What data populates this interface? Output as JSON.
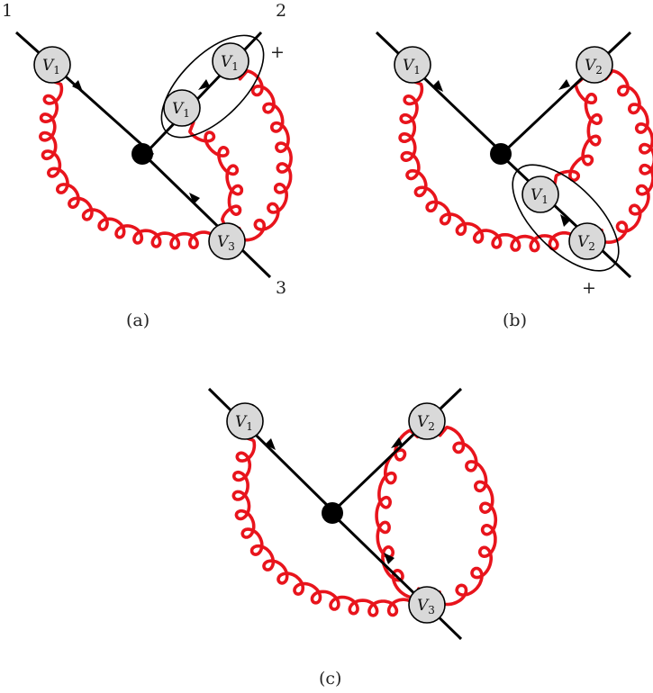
{
  "panels": [
    {
      "id": "a",
      "caption": "(a)",
      "leg_labels": [
        "1",
        "2",
        "3"
      ],
      "plus": "+",
      "vertices": [
        {
          "letter": "V",
          "sub": "1"
        },
        {
          "letter": "V",
          "sub": "1"
        },
        {
          "letter": "V",
          "sub": "1"
        },
        {
          "letter": "V",
          "sub": "3"
        }
      ]
    },
    {
      "id": "b",
      "caption": "(b)",
      "plus": "+",
      "vertices": [
        {
          "letter": "V",
          "sub": "1"
        },
        {
          "letter": "V",
          "sub": "2"
        },
        {
          "letter": "V",
          "sub": "1"
        },
        {
          "letter": "V",
          "sub": "2"
        }
      ]
    },
    {
      "id": "c",
      "caption": "(c)",
      "vertices": [
        {
          "letter": "V",
          "sub": "1"
        },
        {
          "letter": "V",
          "sub": "2"
        },
        {
          "letter": "V",
          "sub": "3"
        }
      ]
    }
  ],
  "colors": {
    "gluon": "#e8141c",
    "vertex_fill": "#d9d9d9",
    "line": "#000000"
  }
}
